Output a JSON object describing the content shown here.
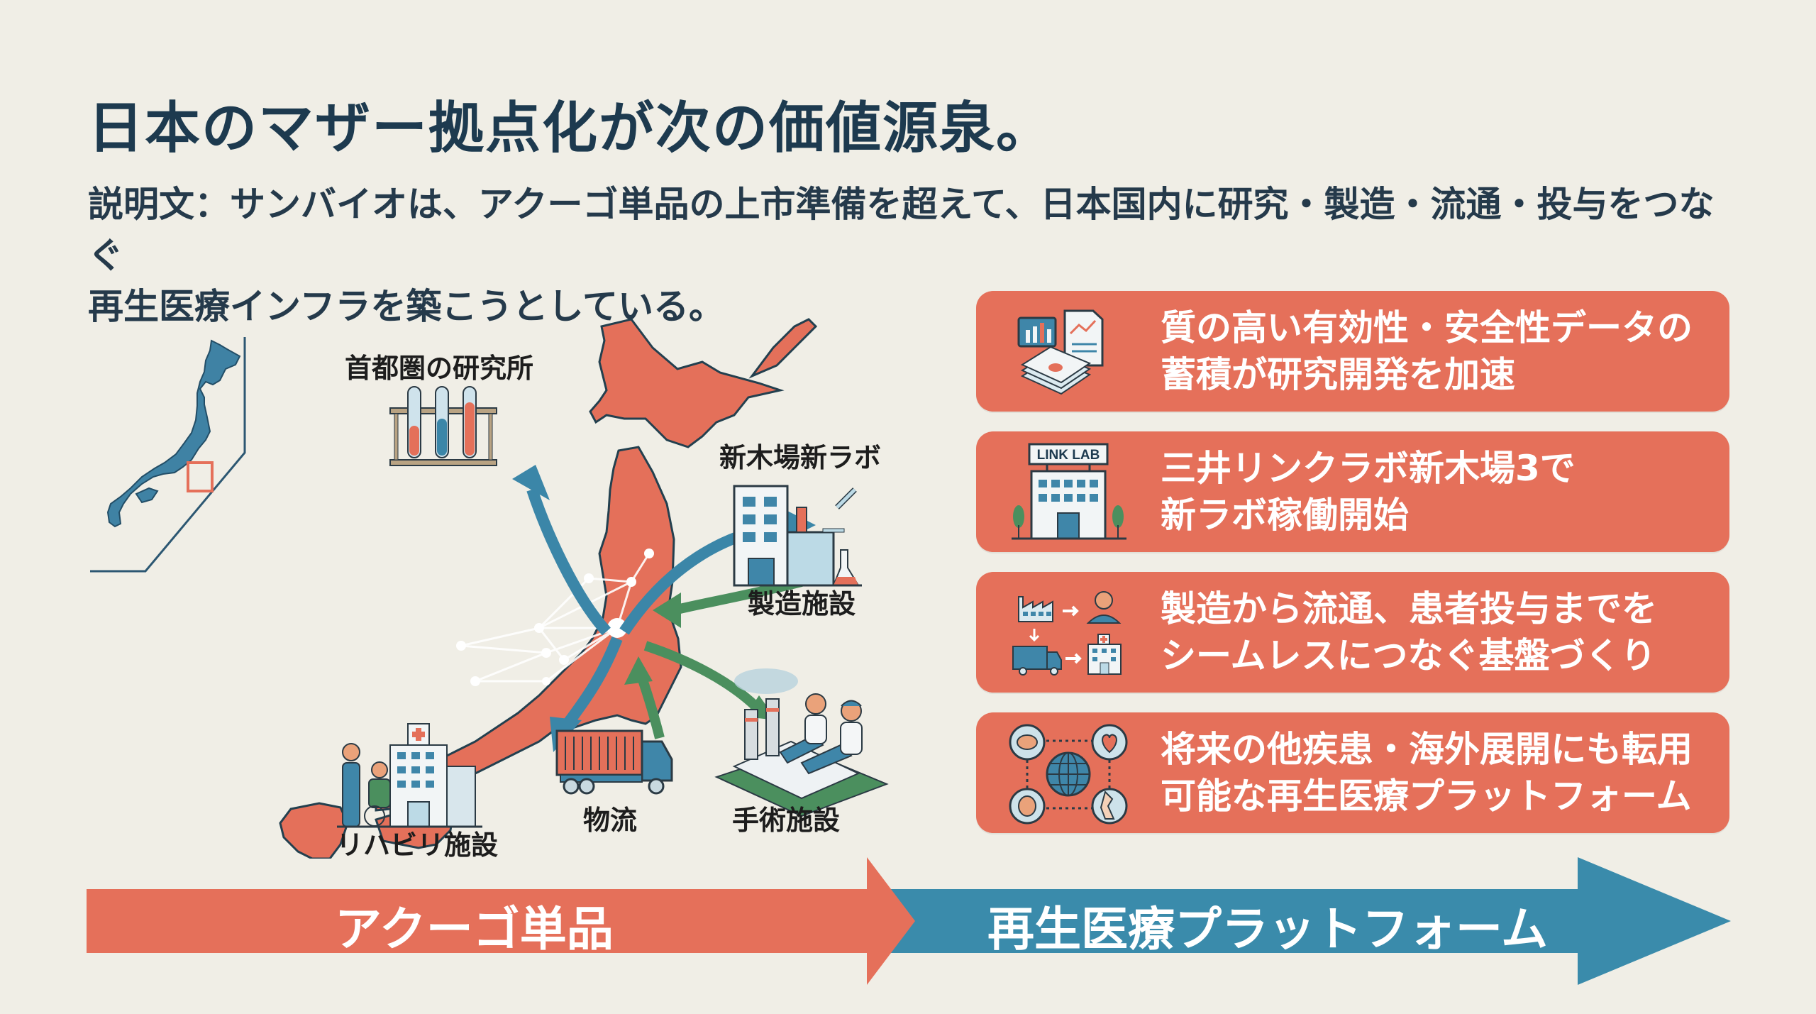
{
  "header": {
    "title": "日本のマザー拠点化が次の価値源泉。",
    "description_line1": "説明文：サンバイオは、アクーゴ単品の上市準備を超えて、日本国内に研究・製造・流通・投与をつなぐ",
    "description_line2": "再生医療インフラを築こうとしている。"
  },
  "map": {
    "labels": {
      "research": "首都圏の研究所",
      "new_lab": "新木場新ラボ",
      "manufacturing": "製造施設",
      "logistics": "物流",
      "surgery": "手術施設",
      "rehab": "リハビリ施設"
    },
    "icons": {
      "research": "test-tubes-icon",
      "new_lab": "lab-building-icon",
      "logistics": "truck-icon",
      "surgery": "factory-doctors-icon",
      "rehab": "hospital-wheelchair-icon",
      "inset": "japan-inset-map"
    }
  },
  "cards": [
    {
      "line1": "質の高い有効性・安全性データの",
      "line2": "蓄積が研究開発を加速",
      "icon": "data-documents-icon"
    },
    {
      "line1": "三井リンクラボ新木場3で",
      "line2": "新ラボ稼働開始",
      "icon": "link-lab-building-icon",
      "icon_text": "LINK LAB"
    },
    {
      "line1": "製造から流通、患者投与までを",
      "line2": "シームレスにつなぐ基盤づくり",
      "icon": "supply-chain-icon"
    },
    {
      "line1": "将来の他疾患・海外展開にも転用",
      "line2": "可能な再生医療プラットフォーム",
      "icon": "global-organs-icon"
    }
  ],
  "flow": {
    "from_label": "アクーゴ単品",
    "to_label": "再生医療プラットフォーム"
  },
  "colors": {
    "background": "#f0eee6",
    "title": "#1d3a4f",
    "coral": "#e5705a",
    "blue": "#3b86a8",
    "green": "#4b8f5e",
    "map_red": "#e4705a"
  }
}
